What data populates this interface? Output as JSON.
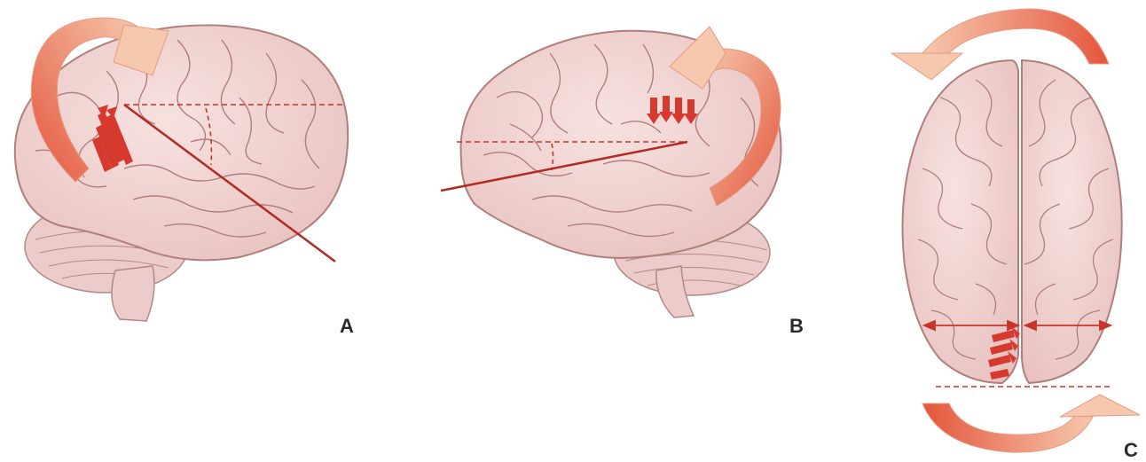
{
  "panels": [
    {
      "id": "A",
      "label": "A"
    },
    {
      "id": "B",
      "label": "B"
    },
    {
      "id": "C",
      "label": "C"
    }
  ],
  "colors": {
    "brain_fill": "#f2d6d4",
    "brain_shadow": "#e3b7b5",
    "gyrus_line": "#b07f7c",
    "axis_red": "#c8342b",
    "arrow_dark": "#e4563c",
    "arrow_light": "#f6c8ae"
  },
  "icons": {
    "rotation_arrow": "curved-rotation-arrow",
    "torque_marks": "small-red-arrow-cluster",
    "width_indicator": "double-headed-arrow"
  }
}
